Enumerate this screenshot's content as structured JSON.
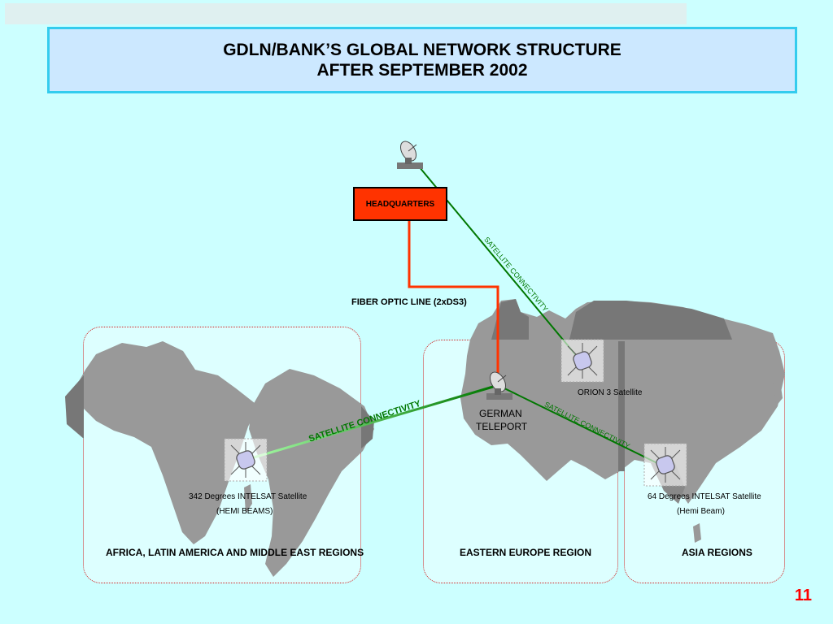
{
  "title": {
    "line1": "GDLN/BANK’S GLOBAL NETWORK STRUCTURE",
    "line2": "AFTER SEPTEMBER 2002"
  },
  "nodes": {
    "headquarters": "HEADQUARTERS",
    "fiber_link": "FIBER OPTIC LINE (2xDS3)",
    "teleport_line1": "GERMAN",
    "teleport_line2": "TELEPORT",
    "orion": "ORION 3 Satellite",
    "intelsat_342_line1": "342 Degrees INTELSAT Satellite",
    "intelsat_342_line2": "(HEMI BEAMS)",
    "intelsat_64_line1": "64 Degrees INTELSAT Satellite",
    "intelsat_64_line2": "(Hemi Beam)"
  },
  "links": {
    "sat_hq_orion": "SATELLITE CONNECTIVITY",
    "sat_teleport_342": "SATELLITE CONNECTIVITY",
    "sat_teleport_64": "SATELLITE CONNECTIVITY"
  },
  "regions": {
    "africa": "AFRICA, LATIN AMERICA AND MIDDLE EAST REGIONS",
    "eastern_europe": "EASTERN EUROPE REGION",
    "asia": "ASIA REGIONS"
  },
  "page_number": "11",
  "colors": {
    "background": "#ccffff",
    "fiber": "#ff3300",
    "satellite_link": "#007700",
    "land": "#999999",
    "page_number": "#ff0000"
  }
}
